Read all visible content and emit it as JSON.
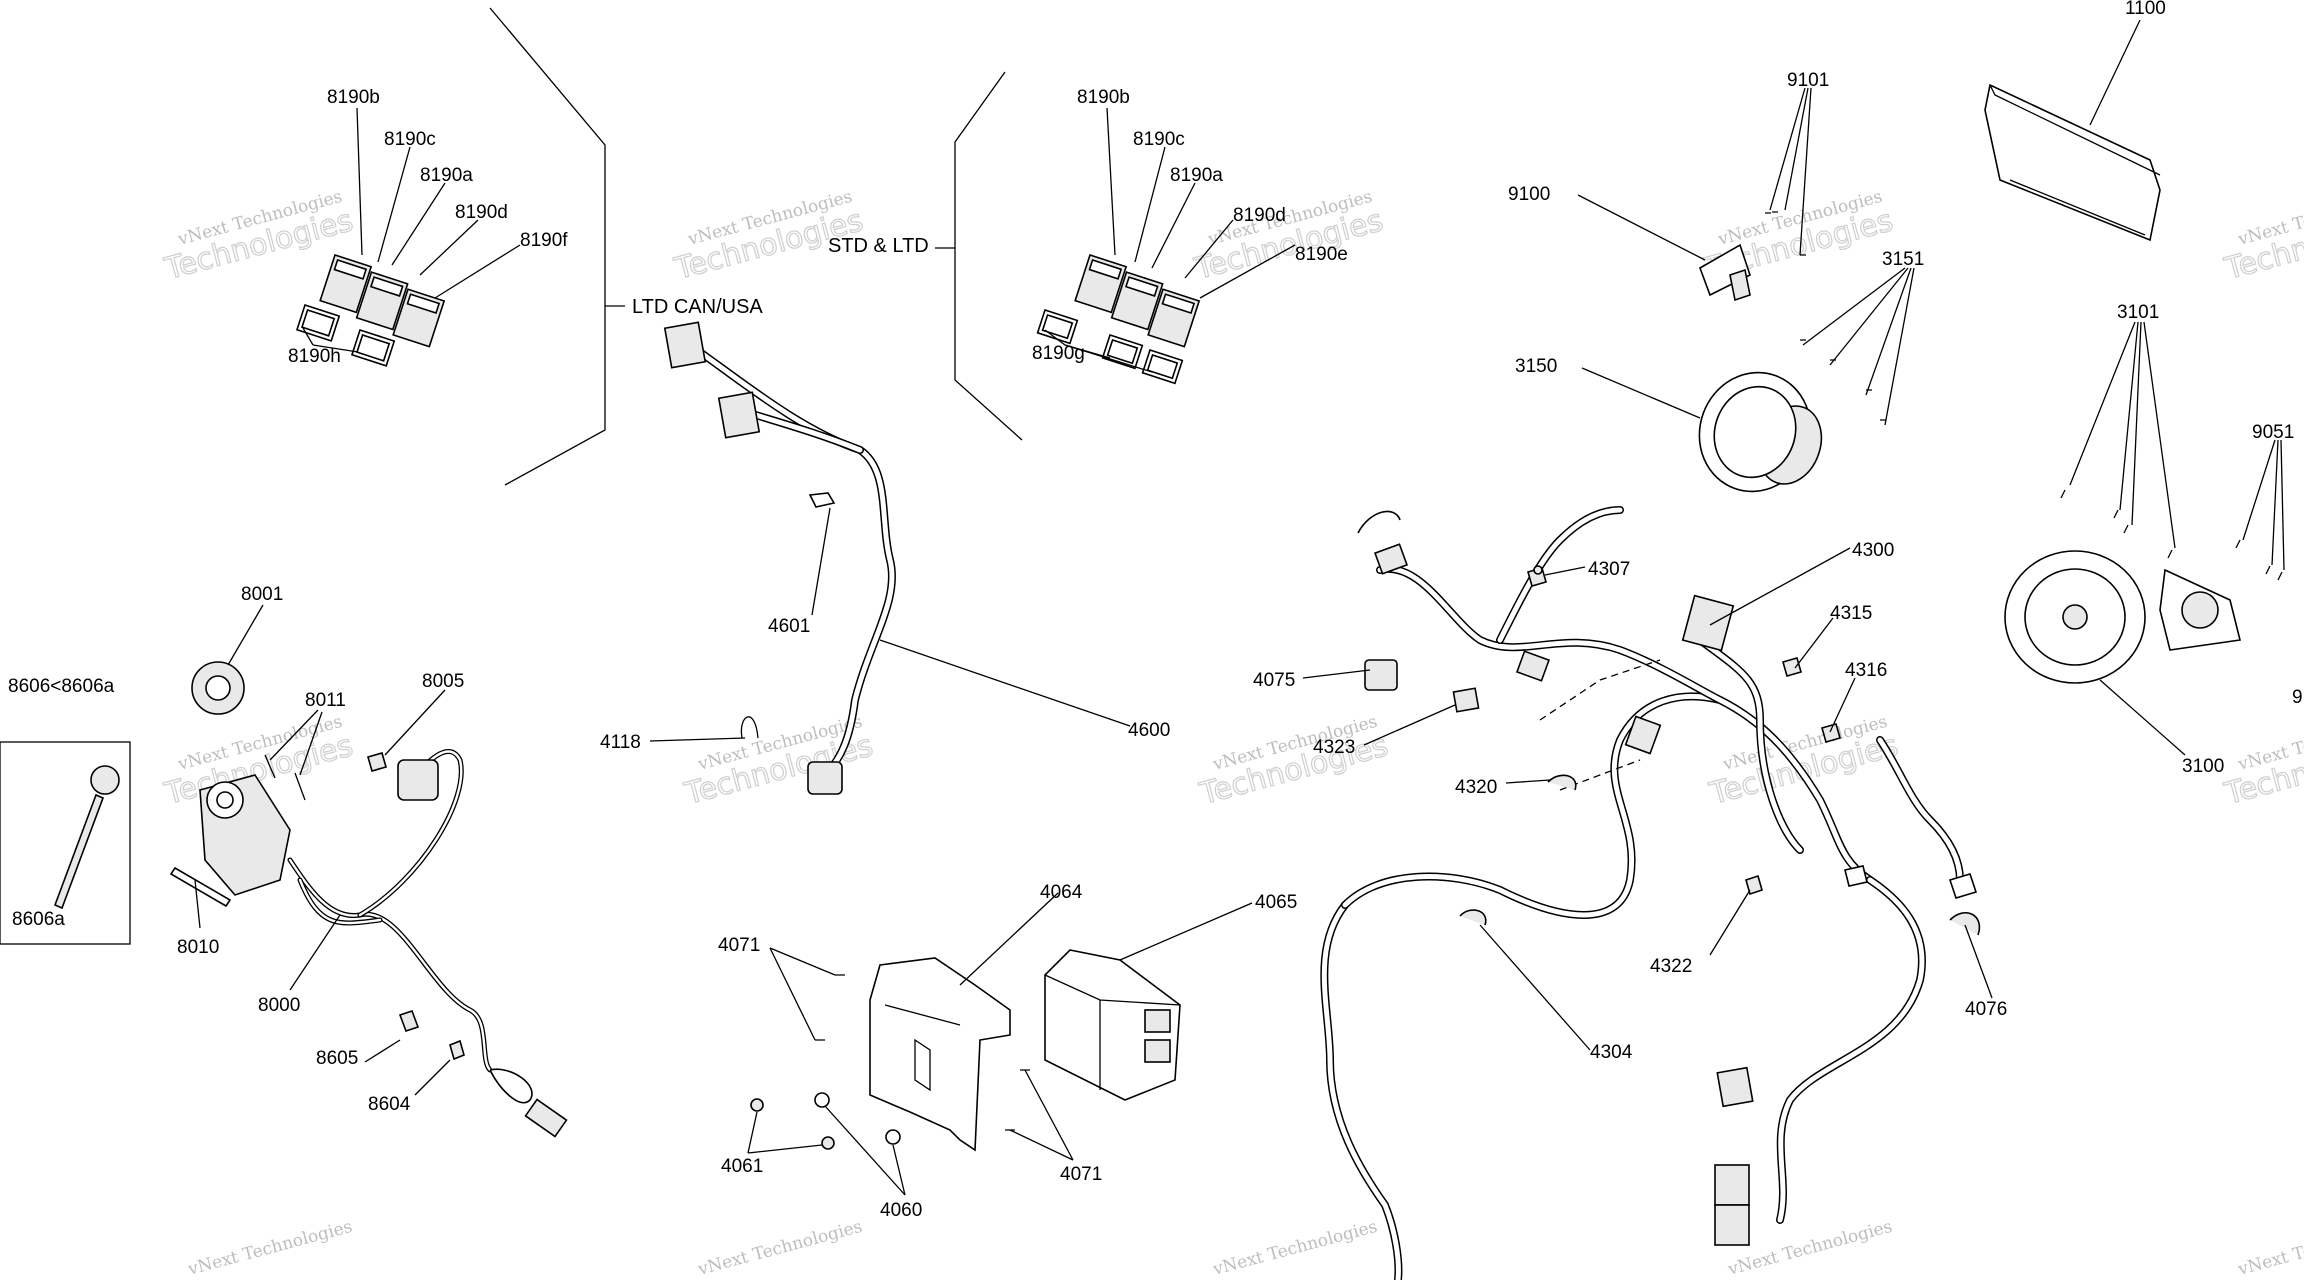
{
  "labels": {
    "p1100": "1100",
    "p9101": "9101",
    "p9100": "9100",
    "p3151": "3151",
    "p3150": "3150",
    "p3101": "3101",
    "p9051": "9051",
    "p3100": "3100",
    "p4300": "4300",
    "p4307": "4307",
    "p4315": "4315",
    "p4075": "4075",
    "p4316": "4316",
    "p4323": "4323",
    "p4320": "4320",
    "p4322": "4322",
    "p4076": "4076",
    "p4304": "4304",
    "p8190b_l": "8190b",
    "p8190c_l": "8190c",
    "p8190a_l": "8190a",
    "p8190d_l": "8190d",
    "p8190f": "8190f",
    "p8190h": "8190h",
    "p8190b_r": "8190b",
    "p8190c_r": "8190c",
    "p8190a_r": "8190a",
    "p8190d_r": "8190d",
    "p8190e": "8190e",
    "p8190g": "8190g",
    "p4601": "4601",
    "p4600": "4600",
    "p4118": "4118",
    "p8001": "8001",
    "p8011": "8011",
    "p8005": "8005",
    "p8606": "8606<8606a",
    "p8606a": "8606a",
    "p8010": "8010",
    "p8000": "8000",
    "p8605": "8605",
    "p8604": "8604",
    "p4064": "4064",
    "p4065": "4065",
    "p4071a": "4071",
    "p4071b": "4071",
    "p4061": "4061",
    "p4060": "4060",
    "p9": "9"
  },
  "groups": {
    "ltd": "LTD CAN/USA",
    "std": "STD & LTD"
  },
  "watermark": {
    "line1": "vNext Technologies",
    "line2": "Technologies",
    "partial1": "vNext",
    "partial2": "vNext Technologies"
  }
}
